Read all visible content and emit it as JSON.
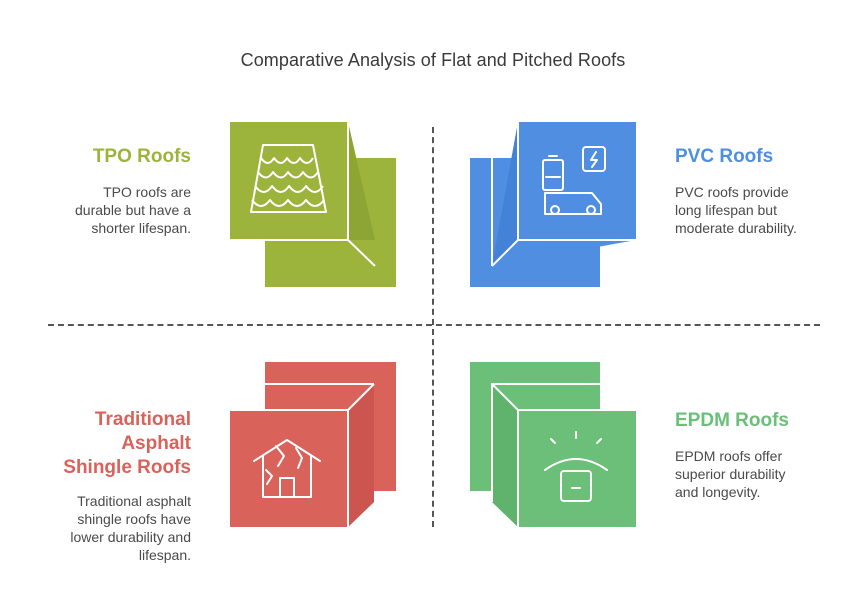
{
  "title": "Comparative Analysis of Flat and Pitched Roofs",
  "colors": {
    "tpo": "#9db43c",
    "pvc": "#4f8ee0",
    "asphalt": "#d9625a",
    "epdm": "#6bbf78",
    "divider": "#555555",
    "icon_stroke": "#ffffff"
  },
  "quadrants": {
    "tpo": {
      "name": "TPO Roofs",
      "description_lines": [
        "TPO roofs are",
        "durable but have a",
        "shorter lifespan."
      ],
      "icon": "roof-tiles-icon"
    },
    "pvc": {
      "name": "PVC Roofs",
      "description_lines": [
        "PVC roofs provide",
        "long lifespan but",
        "moderate durability."
      ],
      "icon": "electric-vehicle-charging-icon"
    },
    "asphalt": {
      "name_lines": [
        "Traditional",
        "Asphalt",
        "Shingle Roofs"
      ],
      "description_lines": [
        "Traditional asphalt",
        "shingle roofs have",
        "lower durability and",
        "lifespan."
      ],
      "icon": "damaged-house-icon"
    },
    "epdm": {
      "name": "EPDM Roofs",
      "description_lines": [
        "EPDM roofs offer",
        "superior durability",
        "and longevity."
      ],
      "icon": "shining-device-icon"
    }
  }
}
